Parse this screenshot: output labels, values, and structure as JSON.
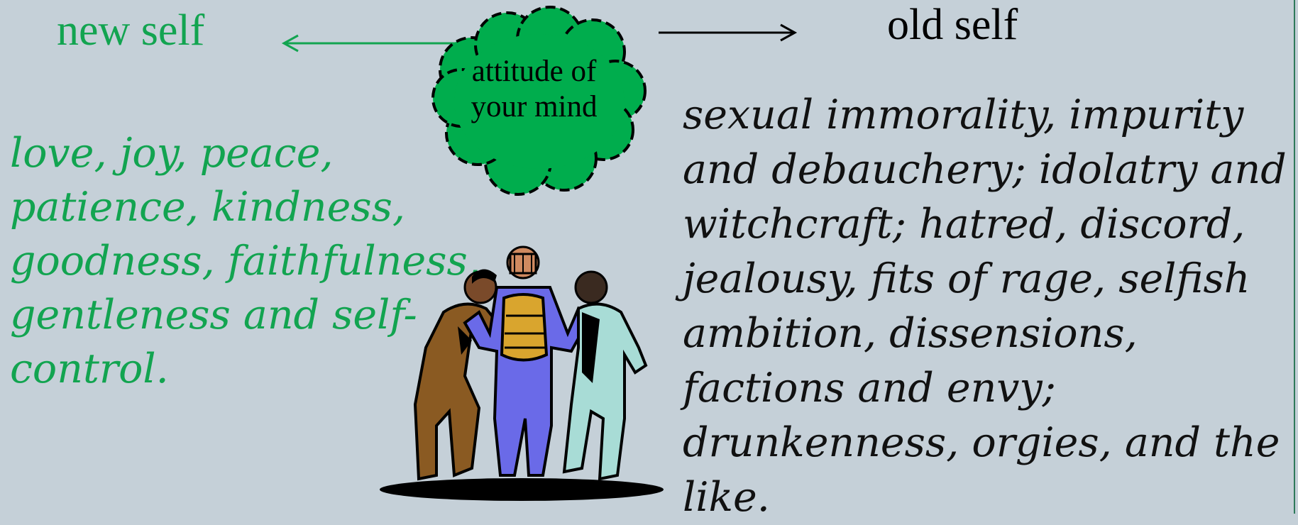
{
  "slide": {
    "new_self_label": "new self",
    "old_self_label": "old self",
    "cloud_text": "attitude of your mind",
    "new_self_list": "love, joy, peace, patience, kindness, goodness, faithfulness, gentleness and self-control.",
    "old_self_list": "sexual immorality, impurity and debauchery; idolatry and witchcraft; hatred, discord, jealousy, fits of rage, selfish ambition, dissensions, factions and envy; drunkenness, orgies, and the like.",
    "illustration": "referee-separating-two-men-clipart"
  },
  "colors": {
    "background": "#c5d0d8",
    "new_self": "#12a450",
    "cloud_fill": "#00ad4d",
    "old_self": "#000000"
  }
}
